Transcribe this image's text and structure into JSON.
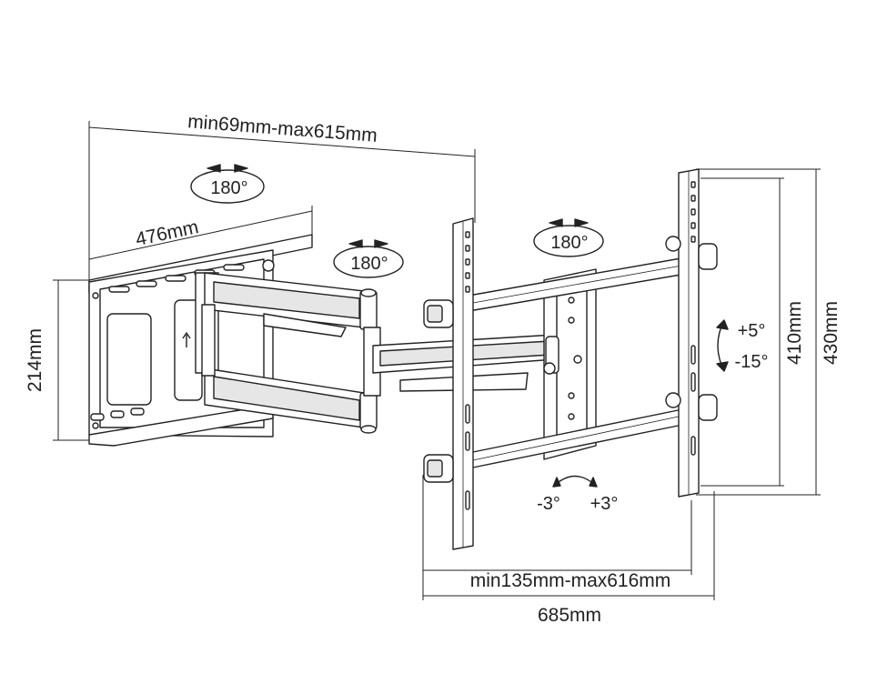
{
  "dimensions": {
    "depth_range": "min69mm-max615mm",
    "wall_plate_width": "476mm",
    "wall_plate_height": "214mm",
    "tv_bracket_height_inner": "410mm",
    "tv_bracket_height_outer": "430mm",
    "arm_span_range": "min135mm-max616mm",
    "total_width": "685mm"
  },
  "rotations": {
    "wall_swivel": "180°",
    "arm_swivel": "180°",
    "head_swivel": "180°"
  },
  "tilt": {
    "up": "+5°",
    "down": "-15°"
  },
  "level": {
    "left": "-3°",
    "right": "+3°"
  },
  "colors": {
    "line": "#222222",
    "fill": "#ffffff",
    "shade": "#e6e6e6"
  }
}
